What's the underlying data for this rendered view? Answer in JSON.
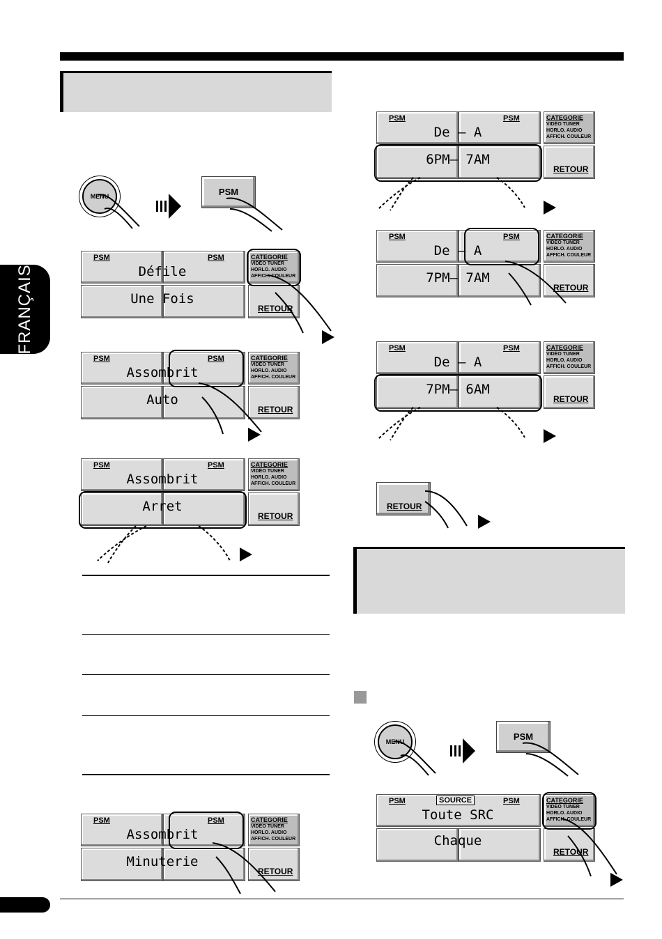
{
  "sidebar": {
    "language": "FRANÇAIS"
  },
  "labels": {
    "menu": "MENU",
    "psm": "PSM",
    "source": "SOURCE",
    "categorie": "CATEGORIE",
    "cat_line1": "VIDÉO TUNER",
    "cat_line2": "HORLO. AUDIO",
    "cat_line3": "AFFICH. COULEUR",
    "retour": "RETOUR"
  },
  "left_panels": [
    {
      "top": "Défile",
      "bottom": "Une Fois"
    },
    {
      "top": "Assombrit",
      "bottom": "Auto"
    },
    {
      "top": "Assombrit",
      "bottom": "Arret"
    },
    {
      "top": "Assombrit",
      "bottom": "Minuterie"
    }
  ],
  "right_panels": [
    {
      "top": "De – A",
      "bottom": "6PM– 7AM"
    },
    {
      "top": "De – A",
      "bottom": "7PM– 7AM"
    },
    {
      "top": "De – A",
      "bottom": "7PM– 6AM"
    },
    {
      "top": "Toute SRC",
      "bottom": "Chaque"
    }
  ]
}
